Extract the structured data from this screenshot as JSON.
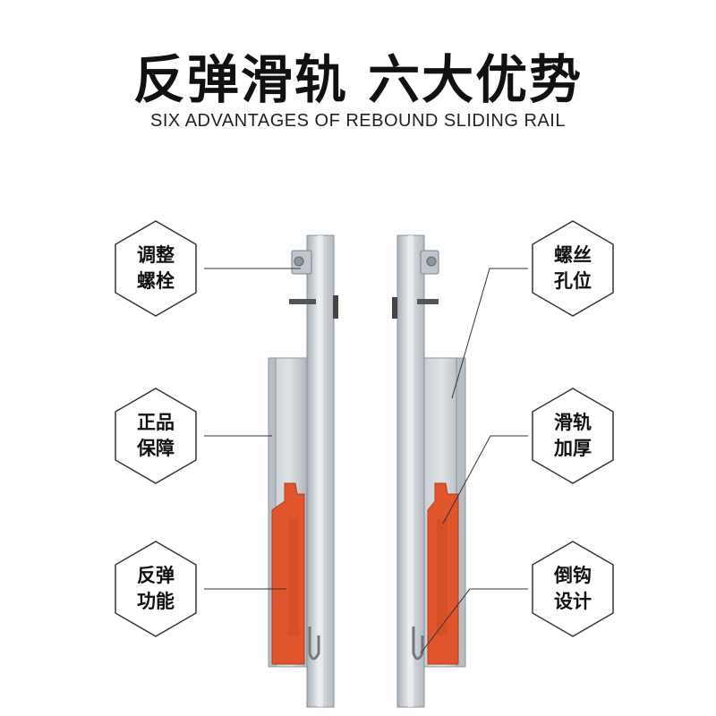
{
  "header": {
    "title": "反弹滑轨 六大优势",
    "subtitle": "SIX ADVANTAGES OF REBOUND SLIDING RAIL"
  },
  "features": {
    "left": [
      {
        "line1": "调整",
        "line2": "螺栓"
      },
      {
        "line1": "正品",
        "line2": "保障"
      },
      {
        "line1": "反弹",
        "line2": "功能"
      }
    ],
    "right": [
      {
        "line1": "螺丝",
        "line2": "孔位"
      },
      {
        "line1": "滑轨",
        "line2": "加厚"
      },
      {
        "line1": "倒钩",
        "line2": "设计"
      }
    ]
  },
  "colors": {
    "rail_metal": "#c9ced3",
    "rail_shadow": "#9aa1a8",
    "rebound_part": "#e0552b",
    "hexagon_border": "#333333"
  }
}
